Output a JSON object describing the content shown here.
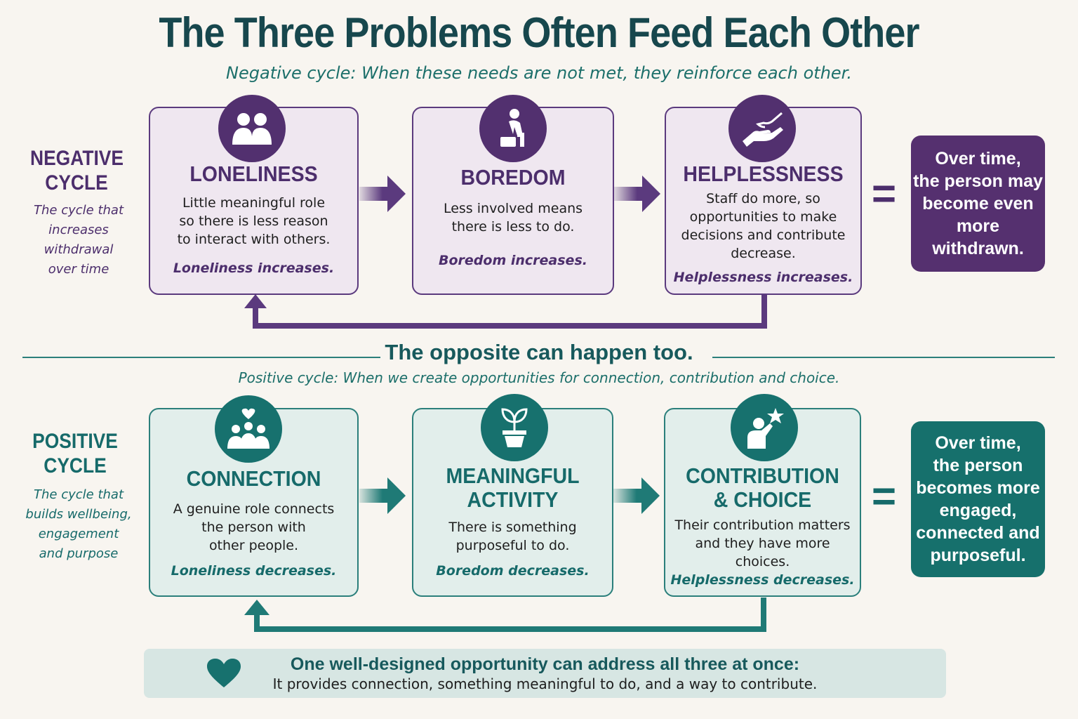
{
  "title": "The Three Problems Often Feed Each Other",
  "subtitle": "Negative cycle: When these needs are not met, they reinforce each other.",
  "negative": {
    "label_line1": "NEGATIVE",
    "label_line2": "CYCLE",
    "desc_lines": [
      "The cycle that",
      "increases",
      "withdrawal",
      "over time"
    ],
    "cards": [
      {
        "icon": "people-icon",
        "title": "LONELINESS",
        "body": [
          "Little meaningful role",
          "so there is less reason",
          "to interact with others."
        ],
        "result": "Loneliness increases."
      },
      {
        "icon": "sitting-person-icon",
        "title": "BOREDOM",
        "body": [
          "Less involved means",
          "there is less to do."
        ],
        "result": "Boredom increases."
      },
      {
        "icon": "helping-hand-icon",
        "title": "HELPLESSNESS",
        "body": [
          "Staff do more, so",
          "opportunities to make",
          "decisions and contribute",
          "decrease."
        ],
        "result": "Helplessness increases."
      }
    ],
    "equals": "=",
    "outcome_lines": [
      "Over time,",
      "the person may",
      "become even",
      "more withdrawn."
    ]
  },
  "divider": {
    "heading": "The opposite can happen too.",
    "subheading": "Positive cycle: When we create opportunities for connection, contribution and choice."
  },
  "positive": {
    "label_line1": "POSITIVE",
    "label_line2": "CYCLE",
    "desc_lines": [
      "The cycle that",
      "builds wellbeing,",
      "engagement",
      "and purpose"
    ],
    "cards": [
      {
        "icon": "group-heart-icon",
        "title_lines": [
          "CONNECTION"
        ],
        "body": [
          "A genuine role connects",
          "the person with",
          "other people."
        ],
        "result": "Loneliness decreases."
      },
      {
        "icon": "plant-icon",
        "title_lines": [
          "MEANINGFUL",
          "ACTIVITY"
        ],
        "body": [
          "There is something",
          "purposeful to do."
        ],
        "result": "Boredom decreases."
      },
      {
        "icon": "person-star-icon",
        "title_lines": [
          "CONTRIBUTION",
          "& CHOICE"
        ],
        "body": [
          "Their contribution matters",
          "and they have more",
          "choices."
        ],
        "result": "Helplessness decreases."
      }
    ],
    "equals": "=",
    "outcome_lines": [
      "Over time,",
      "the person",
      "becomes more",
      "engaged,",
      "connected and",
      "purposeful."
    ]
  },
  "bottom": {
    "icon": "heart-icon",
    "title": "One well-designed opportunity can address all three at once:",
    "text": "It provides connection, something meaningful to do, and a way to contribute."
  },
  "colors": {
    "purple": "#55306f",
    "teal": "#16706c",
    "title": "#17474d",
    "background": "#f8f5f0"
  }
}
